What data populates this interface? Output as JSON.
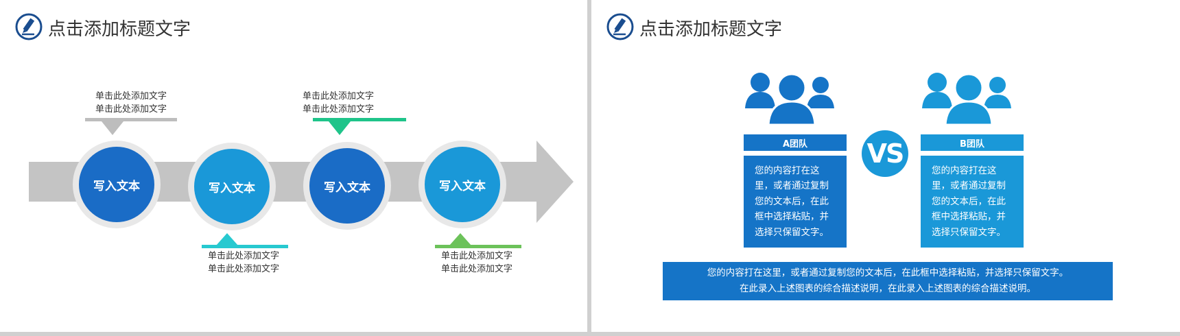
{
  "left_slide": {
    "title": "点击添加标题文字",
    "steps": [
      {
        "label": "写入文本",
        "color": "#1a6cc6"
      },
      {
        "label": "写入文本",
        "color": "#1a98d8"
      },
      {
        "label": "写入文本",
        "color": "#1a6cc6"
      },
      {
        "label": "写入文本",
        "color": "#1a98d8"
      }
    ],
    "callouts": [
      {
        "line1": "单击此处添加文字",
        "line2": "单击此处添加文字",
        "color": "#bdbdbd"
      },
      {
        "line1": "单击此处添加文字",
        "line2": "单击此处添加文字",
        "color": "#27c9d0"
      },
      {
        "line1": "单击此处添加文字",
        "line2": "单击此处添加文字",
        "color": "#1fc48a"
      },
      {
        "line1": "单击此处添加文字",
        "line2": "单击此处添加文字",
        "color": "#6cc25a"
      }
    ]
  },
  "right_slide": {
    "title": "点击添加标题文字",
    "team_a": {
      "name": "A团队",
      "color": "#1574c7",
      "body": "您的内容打在这里，或者通过复制您的文本后，在此框中选择粘贴，并选择只保留文字。"
    },
    "team_b": {
      "name": "B团队",
      "color": "#1a98d8",
      "body": "您的内容打在这里，或者通过复制您的文本后，在此框中选择粘贴，并选择只保留文字。"
    },
    "vs_label": "VS",
    "summary_line1": "您的内容打在这里，或者通过复制您的文本后，在此框中选择粘贴，并选择只保留文字。",
    "summary_line2": "在此录入上述图表的综合描述说明，在此录入上述图表的综合描述说明。"
  },
  "theme": {
    "accent_dark": "#1a4d8f",
    "arrow_gray": "#c4c4c4"
  }
}
